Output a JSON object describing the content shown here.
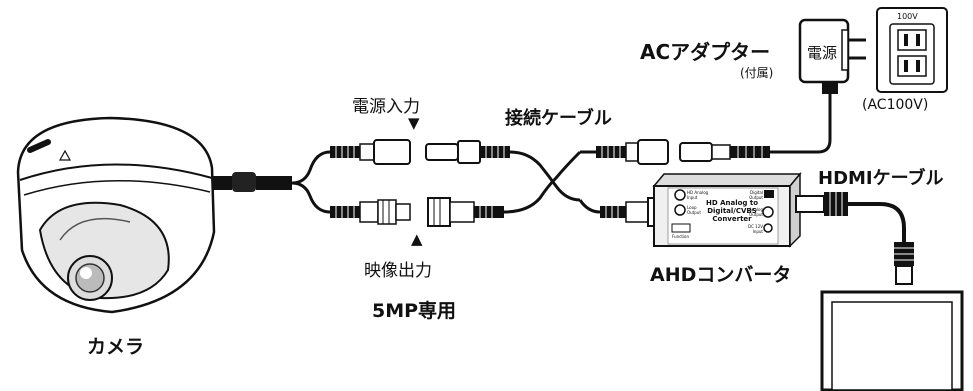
{
  "labels": {
    "camera": "カメラ",
    "power_input": "電源入力",
    "video_output": "映像出力",
    "five_mp": "5MP専用",
    "connection_cable": "接続ケーブル",
    "ac_adapter": "ACアダプター",
    "ac_adapter_note": "(付属)",
    "adapter_body": "電源",
    "outlet_voltage": "100V",
    "outlet_caption": "(AC100V)",
    "hdmi_cable": "HDMIケーブル",
    "ahd_converter": "AHDコンバータ"
  },
  "converter": {
    "title_line1": "HD Analog to",
    "title_line2": "Digital/CVBS",
    "title_line3": "Converter",
    "port_hd_analog": "HD Analog Input",
    "port_loop": "Loop Output",
    "port_digital": "Digital Output",
    "port_analog": "Analog Output",
    "port_dc": "DC 12V Input",
    "port_function": "Function"
  },
  "markers": {
    "down_arrow": "▼",
    "up_arrow": "▲"
  }
}
